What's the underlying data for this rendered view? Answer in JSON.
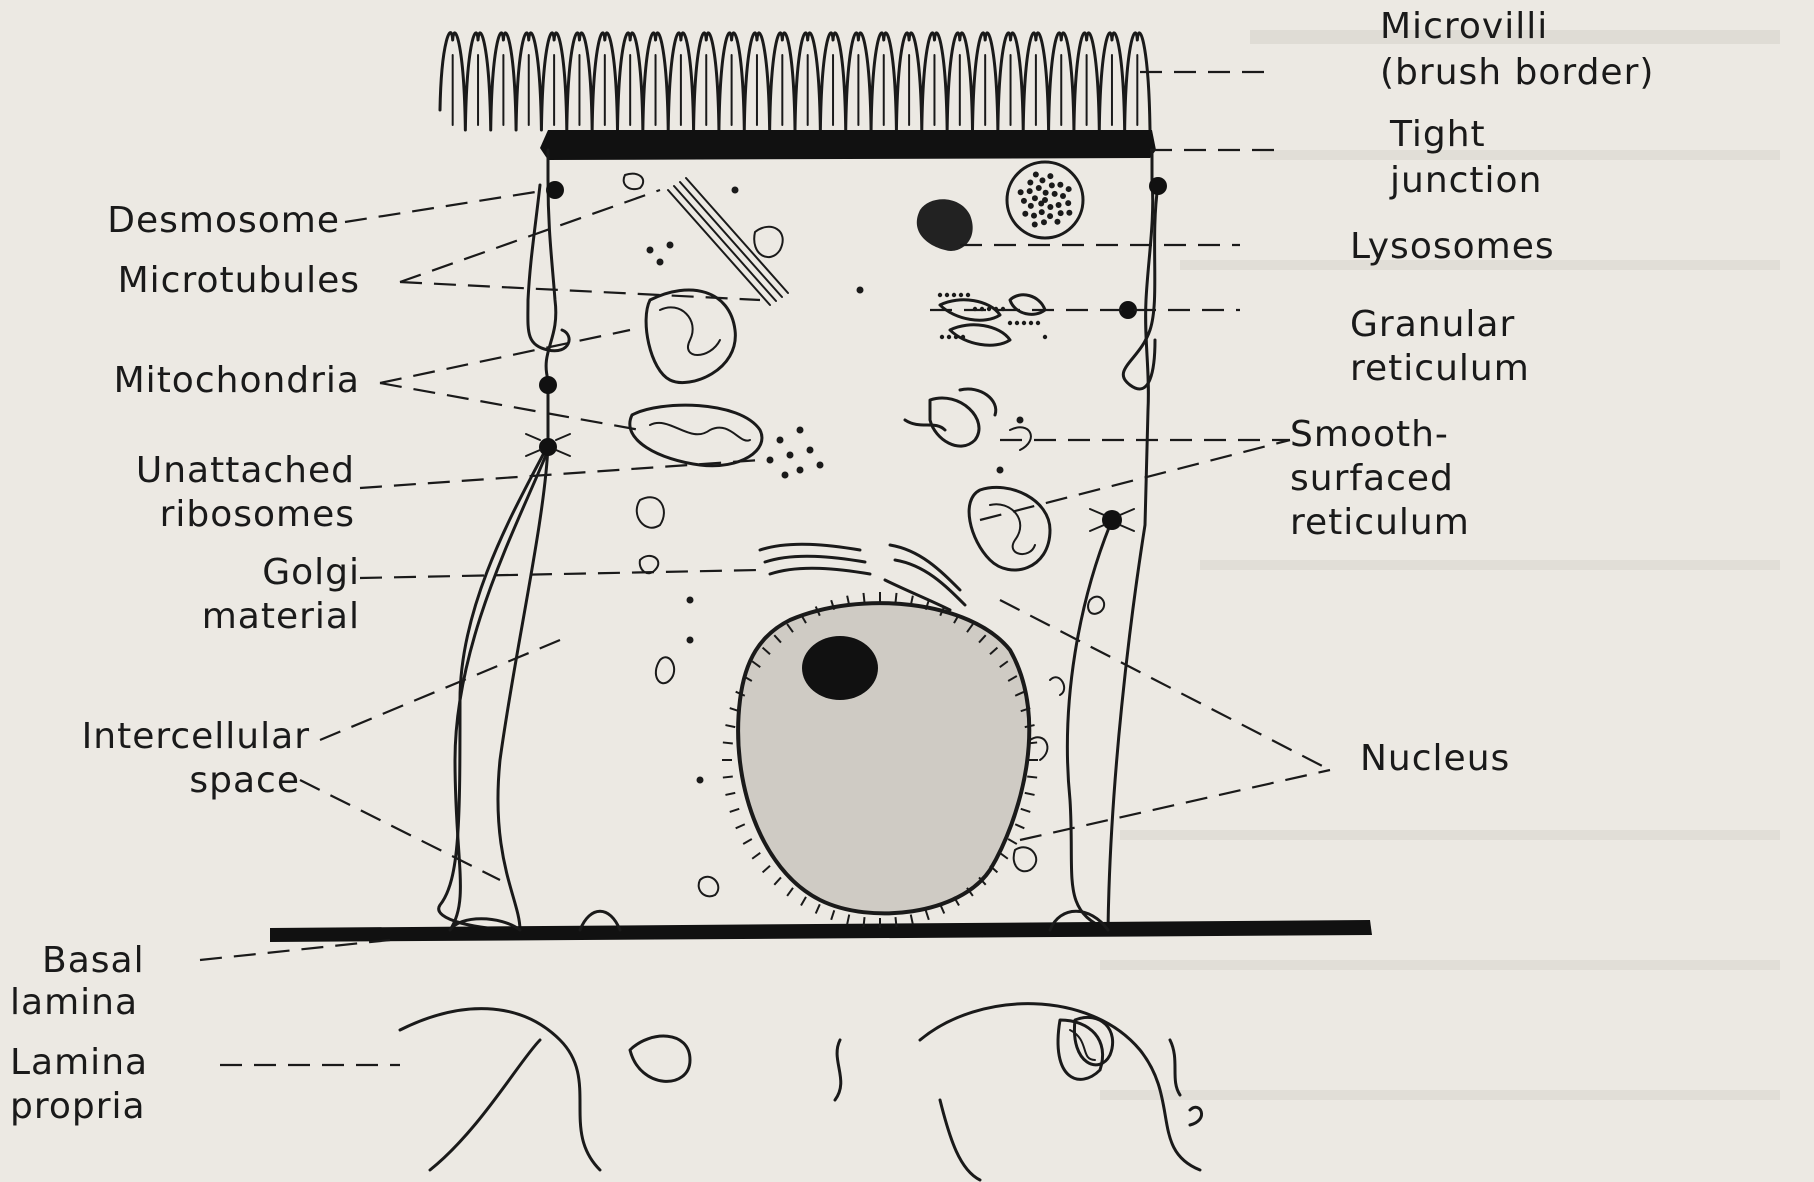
{
  "labels": {
    "microvilli": "Microvilli",
    "brush_border": "(brush border)",
    "tight": "Tight",
    "junction": "junction",
    "lysosomes": "Lysosomes",
    "granular": "Granular",
    "reticulum": "reticulum",
    "smooth": "Smooth-",
    "surfaced": "surfaced",
    "reticulum2": "reticulum",
    "nucleus": "Nucleus",
    "desmosome": "Desmosome",
    "microtubules": "Microtubules",
    "mitochondria": "Mitochondria",
    "unattached": "Unattached",
    "ribosomes": "ribosomes",
    "golgi": "Golgi",
    "material": "material",
    "intercellular": "Intercellular",
    "space": "space",
    "basal": "Basal",
    "lamina": "lamina",
    "lamina2": "Lamina",
    "propria": "propria"
  },
  "colors": {
    "ink": "#1a1a1a",
    "paper": "#ece9e3",
    "nucleus_fill": "#cfcbc4",
    "bleed_text": "#b9b6b0"
  }
}
